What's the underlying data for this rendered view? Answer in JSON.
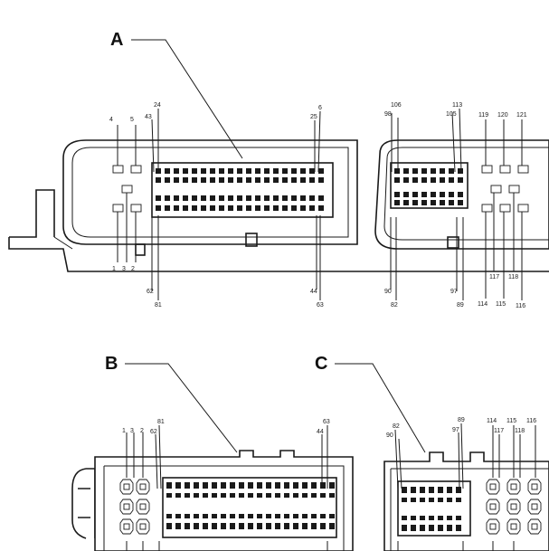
{
  "callouts": {
    "a": "A",
    "b": "B",
    "c": "C"
  },
  "pins_top_a": {
    "p4": "4",
    "p5": "5",
    "p43": "43",
    "p24": "24",
    "p6": "6",
    "p25": "25",
    "p1": "1",
    "p3": "3",
    "p2": "2",
    "p62": "62",
    "p81": "81",
    "p44": "44",
    "p63": "63"
  },
  "pins_top_c": {
    "p106a": "106",
    "p98": "98",
    "p113": "113",
    "p105": "105",
    "p119": "119",
    "p120": "120",
    "p121": "121",
    "p90": "90",
    "p82": "82",
    "p97": "97",
    "p89": "89",
    "p117": "117",
    "p118": "118",
    "p114": "114",
    "p115": "115",
    "p116": "116"
  },
  "pins_bottom_b": {
    "p1": "1",
    "p3": "3",
    "p2": "2",
    "p81": "81",
    "p62": "62",
    "p63": "63",
    "p44": "44"
  },
  "pins_bottom_c": {
    "p82": "82",
    "p90": "90",
    "p89": "89",
    "p97": "97",
    "p114": "114",
    "p115": "115",
    "p116": "116",
    "p117": "117",
    "p118": "118"
  }
}
